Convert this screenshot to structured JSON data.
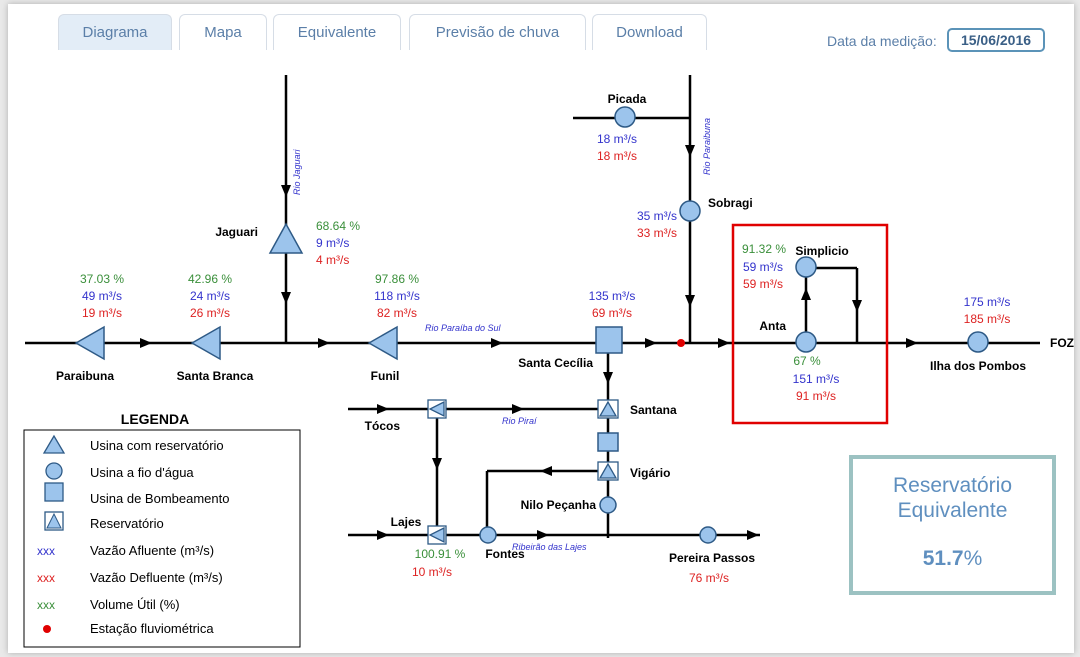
{
  "tabs": [
    {
      "label": "Diagrama"
    },
    {
      "label": "Mapa"
    },
    {
      "label": "Equivalente"
    },
    {
      "label": "Previsão de chuva"
    },
    {
      "label": "Download"
    }
  ],
  "measurement": {
    "label": "Data da medição:",
    "date": "15/06/2016"
  },
  "colors": {
    "volume": "#3a8f3a",
    "afluente": "#3333cc",
    "defluente": "#dd2222",
    "node": "#9cc4ec",
    "highlight": "#e00000"
  },
  "plants": {
    "paraibuna": {
      "name": "Paraibuna",
      "volume": "37.03 %",
      "afluente": "49 m³/s",
      "defluente": "19 m³/s"
    },
    "santa_branca": {
      "name": "Santa Branca",
      "volume": "42.96 %",
      "afluente": "24 m³/s",
      "defluente": "26 m³/s"
    },
    "jaguari": {
      "name": "Jaguari",
      "volume": "68.64 %",
      "afluente": "9 m³/s",
      "defluente": "4 m³/s"
    },
    "funil": {
      "name": "Funil",
      "volume": "97.86 %",
      "afluente": "118 m³/s",
      "defluente": "82 m³/s"
    },
    "santa_cecilia": {
      "name": "Santa Cecília",
      "afluente": "135 m³/s",
      "defluente": "69 m³/s"
    },
    "picada": {
      "name": "Picada",
      "afluente": "18 m³/s",
      "defluente": "18 m³/s"
    },
    "sobragi": {
      "name": "Sobragi",
      "afluente": "35 m³/s",
      "defluente": "33 m³/s"
    },
    "simplicio": {
      "name": "Simplicio",
      "volume": "91.32 %",
      "afluente": "59 m³/s",
      "defluente": "59 m³/s"
    },
    "anta": {
      "name": "Anta",
      "volume": "67 %",
      "afluente": "151 m³/s",
      "defluente": "91 m³/s"
    },
    "ilha_pombos": {
      "name": "Ilha dos Pombos",
      "afluente": "175 m³/s",
      "defluente": "185 m³/s"
    },
    "santana": {
      "name": "Santana"
    },
    "vigario": {
      "name": "Vigário"
    },
    "tocos": {
      "name": "Tócos"
    },
    "nilo_pecanha": {
      "name": "Nilo Peçanha"
    },
    "lajes": {
      "name": "Lajes",
      "volume": "100.91 %",
      "defluente": "10 m³/s"
    },
    "fontes": {
      "name": "Fontes"
    },
    "pereira_passos": {
      "name": "Pereira Passos",
      "defluente": "76 m³/s"
    }
  },
  "rivers": {
    "jaguari": "Rio Jaguari",
    "paraibuna": "Rio Paraibuna",
    "paraiba": "Rio Paraíba do Sul",
    "pirai": "Rio Piraí",
    "lajes": "Ribeirão das Lajes"
  },
  "foz": "FOZ",
  "legend": {
    "title": "LEGENDA",
    "items": [
      {
        "icon": "triangle-icon",
        "label": "Usina com reservatório"
      },
      {
        "icon": "circle-icon",
        "label": "Usina a fio d'água"
      },
      {
        "icon": "square-icon",
        "label": "Usina de Bombeamento"
      },
      {
        "icon": "reservoir-icon",
        "label": "Reservatório"
      },
      {
        "marker": "xxx",
        "label": "Vazão Afluente (m³/s)"
      },
      {
        "marker": "xxx",
        "label": "Vazão Defluente (m³/s)"
      },
      {
        "marker": "xxx",
        "label": "Volume Útil (%)"
      },
      {
        "icon": "red-dot-icon",
        "label": "Estação fluviométrica"
      }
    ]
  },
  "equivalent": {
    "title_line1": "Reservatório",
    "title_line2": "Equivalente",
    "value_bold": "51.7",
    "value_suffix": "%"
  }
}
